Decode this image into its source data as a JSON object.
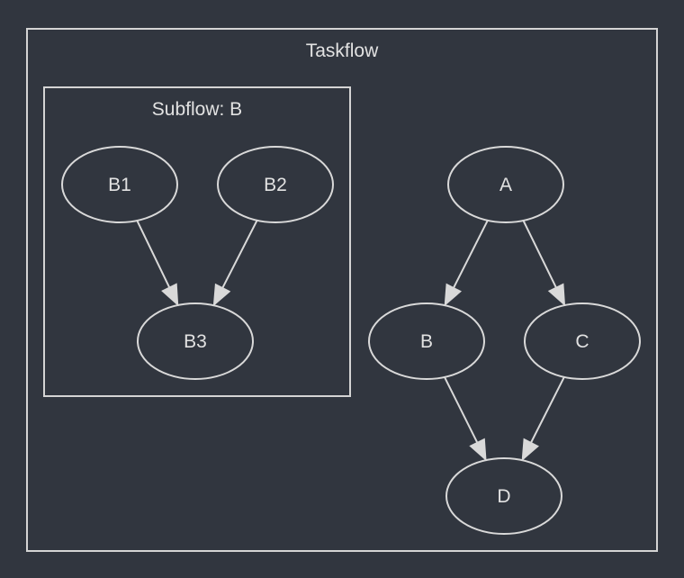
{
  "clusters": {
    "taskflow": {
      "title": "Taskflow"
    },
    "subflow_b": {
      "title": "Subflow: B"
    }
  },
  "nodes": {
    "B1": "B1",
    "B2": "B2",
    "B3": "B3",
    "A": "A",
    "B": "B",
    "C": "C",
    "D": "D"
  },
  "edges": [
    {
      "from": "B1",
      "to": "B3"
    },
    {
      "from": "B2",
      "to": "B3"
    },
    {
      "from": "A",
      "to": "B"
    },
    {
      "from": "A",
      "to": "C"
    },
    {
      "from": "B",
      "to": "D"
    },
    {
      "from": "C",
      "to": "D"
    }
  ],
  "colors": {
    "background": "#31363f",
    "stroke": "#d9d9d9",
    "text": "#e2e2e2"
  }
}
